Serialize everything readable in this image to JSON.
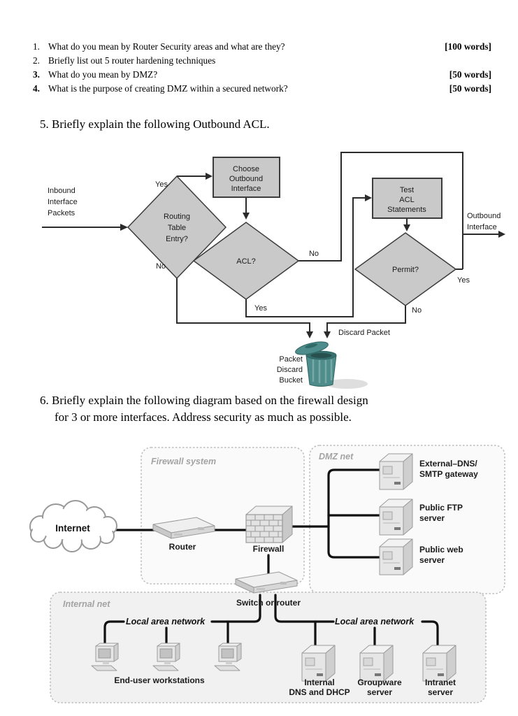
{
  "questions": {
    "items": [
      {
        "num": "1.",
        "text": "What do you mean by Router Security areas and what are they?",
        "marks": "[100 words]"
      },
      {
        "num": "2.",
        "text": "Briefly list out 5 router hardening techniques",
        "marks": ""
      },
      {
        "num": "3.",
        "text": "What do you mean by DMZ?",
        "marks": "[50 words]"
      },
      {
        "num": "4.",
        "text": "What is the purpose of creating DMZ within a secured network?",
        "marks": "[50 words]"
      }
    ],
    "q5": "5. Briefly explain the following Outbound ACL.",
    "q6_line1": "6. Briefly explain the following diagram based on the firewall design",
    "q6_line2": "for 3 or more interfaces. Address security as much as possible."
  },
  "flowchart": {
    "inbound_l1": "Inbound",
    "inbound_l2": "Interface",
    "inbound_l3": "Packets",
    "decision_routing_l1": "Routing",
    "decision_routing_l2": "Table",
    "decision_routing_l3": "Entry?",
    "process_choose_l1": "Choose",
    "process_choose_l2": "Outbound",
    "process_choose_l3": "Interface",
    "decision_acl": "ACL?",
    "process_test_l1": "Test",
    "process_test_l2": "ACL",
    "process_test_l3": "Statements",
    "decision_permit": "Permit?",
    "yes_routing": "Yes",
    "no_routing": "No",
    "yes_acl": "Yes",
    "no_acl": "No",
    "yes_permit": "Yes",
    "no_permit": "No",
    "outbound_l1": "Outbound",
    "outbound_l2": "Interface",
    "discard_label": "Discard Packet",
    "bucket_l1": "Packet",
    "bucket_l2": "Discard",
    "bucket_l3": "Bucket",
    "colors": {
      "node_fill": "#c9c9c9",
      "node_stroke": "#3c3c3c",
      "line": "#2b2b2b",
      "bucket_teal": "#4e8d8c"
    }
  },
  "network": {
    "groups": {
      "firewall_system": "Firewall system",
      "dmz": "DMZ net",
      "internal": "Internal net"
    },
    "internet": "Internet",
    "router": "Router",
    "firewall": "Firewall",
    "switch": "Switch or router",
    "lan_left": "Local area network",
    "lan_right": "Local area network",
    "dmz_servers": [
      {
        "l1": "External–DNS/",
        "l2": "SMTP gateway"
      },
      {
        "l1": "Public FTP",
        "l2": "server"
      },
      {
        "l1": "Public web",
        "l2": "server"
      }
    ],
    "workstations_label": "End-user workstations",
    "internal_servers": [
      {
        "l1": "Internal",
        "l2": "DNS and DHCP"
      },
      {
        "l1": "Groupware",
        "l2": "server"
      },
      {
        "l1": "Intranet",
        "l2": "server"
      }
    ]
  }
}
